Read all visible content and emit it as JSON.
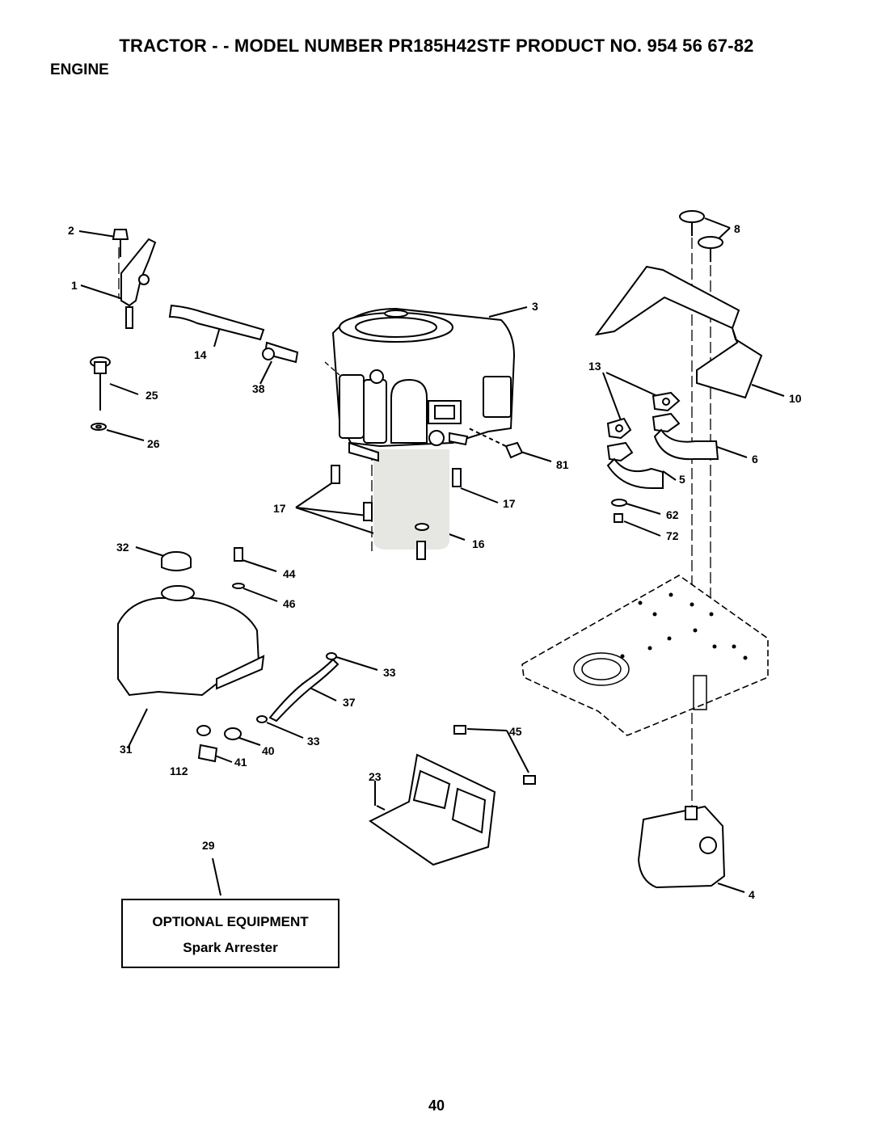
{
  "header": {
    "title": "TRACTOR - - MODEL NUMBER PR185H42STF PRODUCT NO. 954 56 67-82",
    "section": "ENGINE"
  },
  "callouts": [
    "2",
    "1",
    "14",
    "38",
    "25",
    "26",
    "3",
    "13",
    "8",
    "10",
    "6",
    "81",
    "5",
    "17",
    "17",
    "62",
    "72",
    "16",
    "32",
    "44",
    "46",
    "33",
    "37",
    "33",
    "45",
    "31",
    "40",
    "41",
    "112",
    "23",
    "29",
    "4"
  ],
  "optional_box": {
    "title": "OPTIONAL EQUIPMENT",
    "item": "Spark Arrester"
  },
  "footer": {
    "page_number": "40"
  }
}
